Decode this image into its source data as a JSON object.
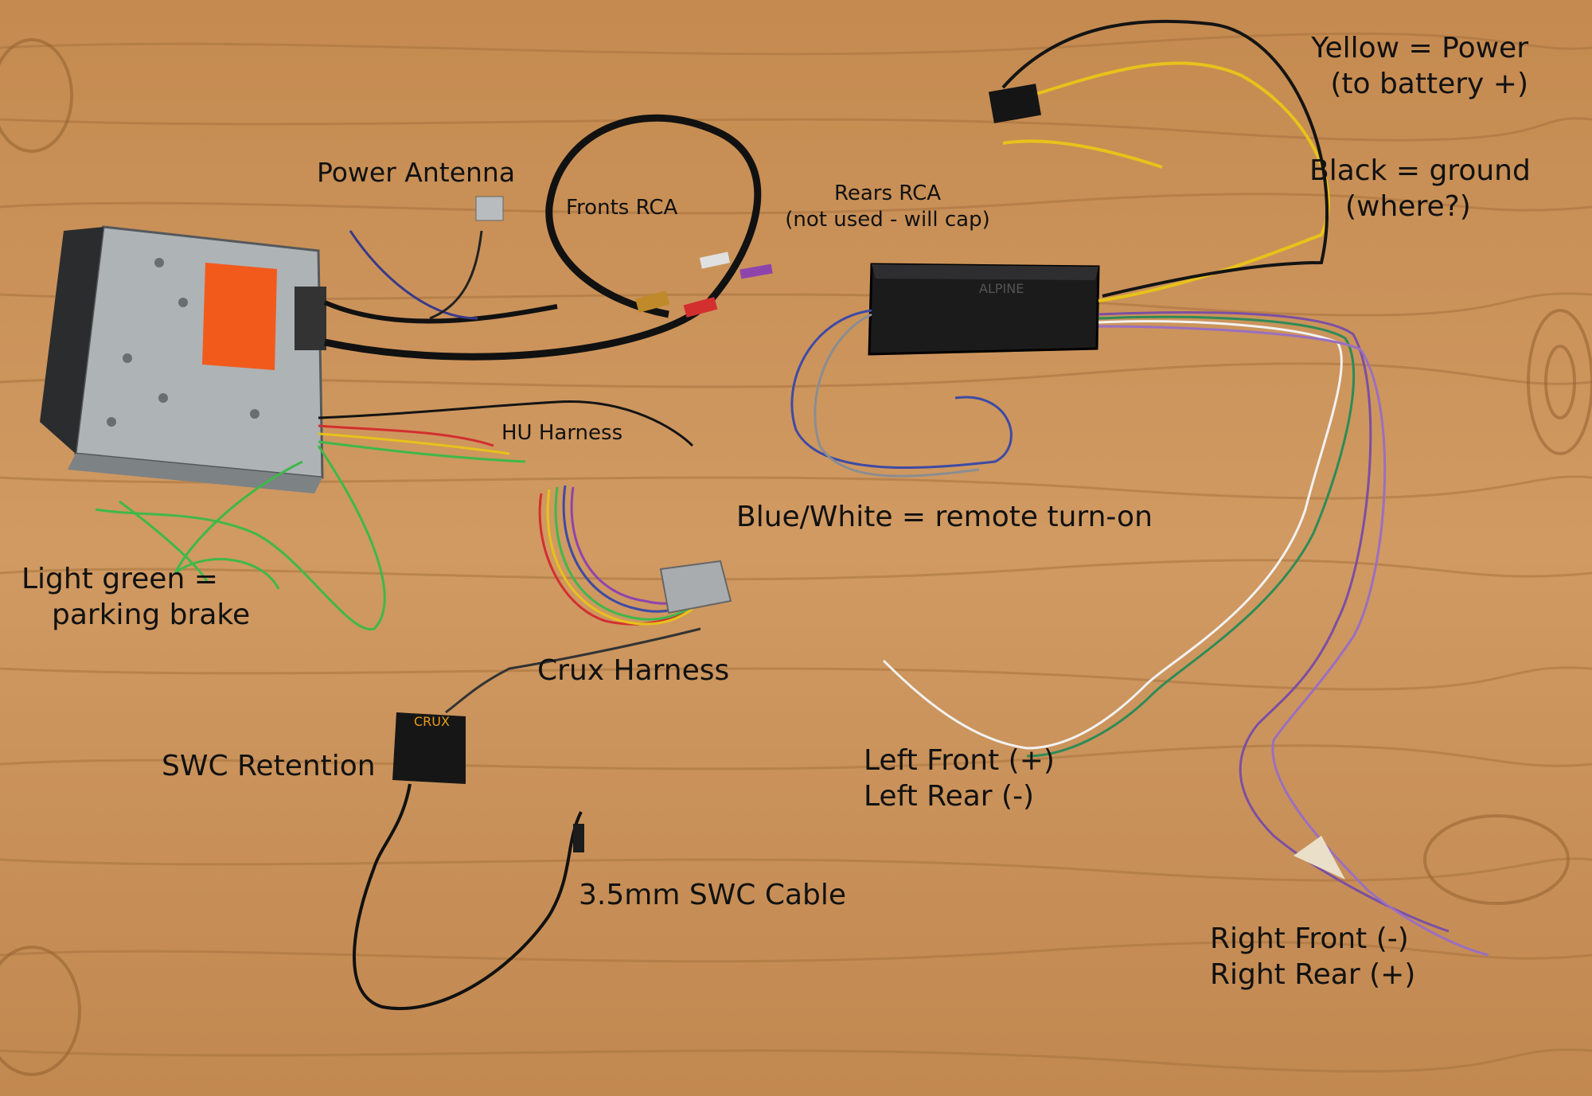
{
  "labels": {
    "power_antenna": "Power Antenna",
    "fronts_rca": "Fronts RCA",
    "rears_rca_line1": "Rears RCA",
    "rears_rca_line2": "(not used - will cap)",
    "yellow_power_line1": "Yellow = Power",
    "yellow_power_line2": "(to battery +)",
    "black_ground_line1": "Black = ground",
    "black_ground_line2": "(where?)",
    "hu_harness": "HU Harness",
    "remote_turn_on": "Blue/White = remote turn-on",
    "light_green_line1": "Light green =",
    "light_green_line2": "parking brake",
    "crux_harness": "Crux Harness",
    "swc_retention": "SWC Retention",
    "left_line1": "Left Front (+)",
    "left_line2": "Left Rear (-)",
    "swc_cable": "3.5mm SWC Cable",
    "right_line1": "Right Front (-)",
    "right_line2": "Right Rear (+)"
  },
  "device_text": {
    "amp_brand": "ALPINE",
    "crux_brand": "CRUX"
  },
  "colors": {
    "wood": "#c9945c",
    "yellow_wire": "#e8c21a",
    "black_wire": "#141414",
    "green_wire": "#3fb84a",
    "sticker": "#f25a1c"
  }
}
